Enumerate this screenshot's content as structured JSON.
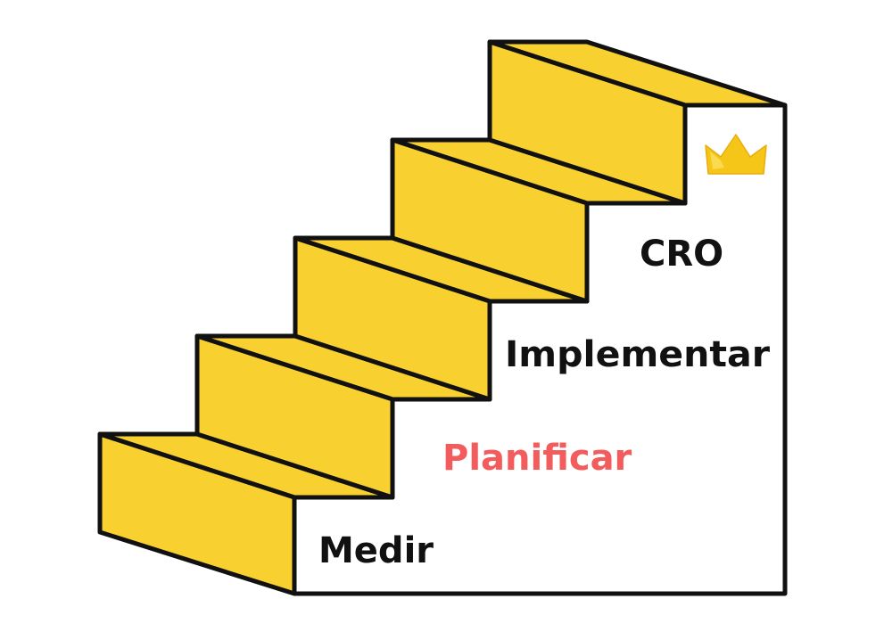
{
  "diagram": {
    "steps": [
      {
        "label": "Medir",
        "color": "#111111"
      },
      {
        "label": "Planificar",
        "color": "#f25c5c"
      },
      {
        "label": "Implementar",
        "color": "#111111"
      },
      {
        "label": "CRO",
        "color": "#111111"
      }
    ],
    "top_icon": "crown-icon",
    "colors": {
      "step_fill": "#f8d030",
      "outline": "#111111",
      "wall": "#ffffff",
      "crown": "#f5c518"
    }
  }
}
